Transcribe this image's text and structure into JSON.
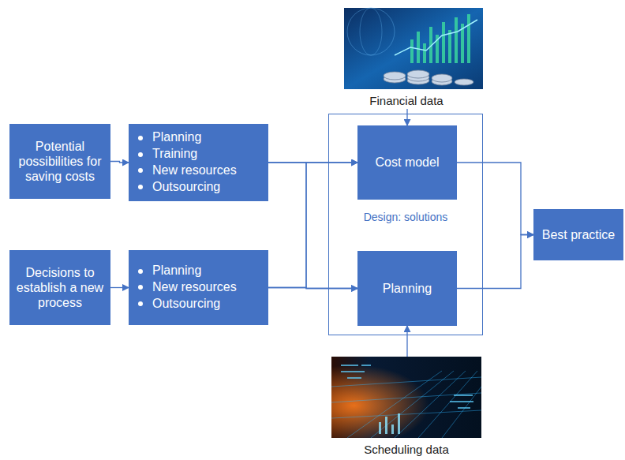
{
  "diagram": {
    "nodes": [
      {
        "text": [
          "Financial data"
        ]
      },
      {
        "text": [
          "Potential possibilities for saving costs"
        ]
      },
      {
        "text": [
          "Planning",
          "Training",
          "New resources",
          "Outsourcing"
        ]
      },
      {
        "text": [
          "Decisions to establish a new process"
        ]
      },
      {
        "text": [
          "Planning",
          "New resources",
          "Outsourcing"
        ]
      },
      {
        "text": [
          "Design: solutions"
        ]
      },
      {
        "text": [
          "Cost model"
        ],
        "in": 5
      },
      {
        "text": [
          "Planning"
        ],
        "in": 5
      },
      {
        "text": [
          "Best practice"
        ]
      },
      {
        "text": [
          "Scheduling data"
        ]
      }
    ],
    "edges": [
      {
        "from": 0,
        "to": 6,
        "arrow": "to"
      },
      {
        "from": 1,
        "to": 2,
        "arrow": "to"
      },
      {
        "from": 3,
        "to": 4,
        "arrow": "to"
      },
      {
        "from": 2,
        "to": 6,
        "arrow": "to"
      },
      {
        "from": 2,
        "to": 7,
        "arrow": "to"
      },
      {
        "from": 4,
        "to": 6,
        "arrow": "to"
      },
      {
        "from": 4,
        "to": 7,
        "arrow": "to"
      },
      {
        "from": 9,
        "to": 7,
        "arrow": "to"
      },
      {
        "from": 6,
        "to": 8,
        "arrow": "to"
      },
      {
        "from": 7,
        "to": 8,
        "arrow": "to"
      }
    ]
  }
}
